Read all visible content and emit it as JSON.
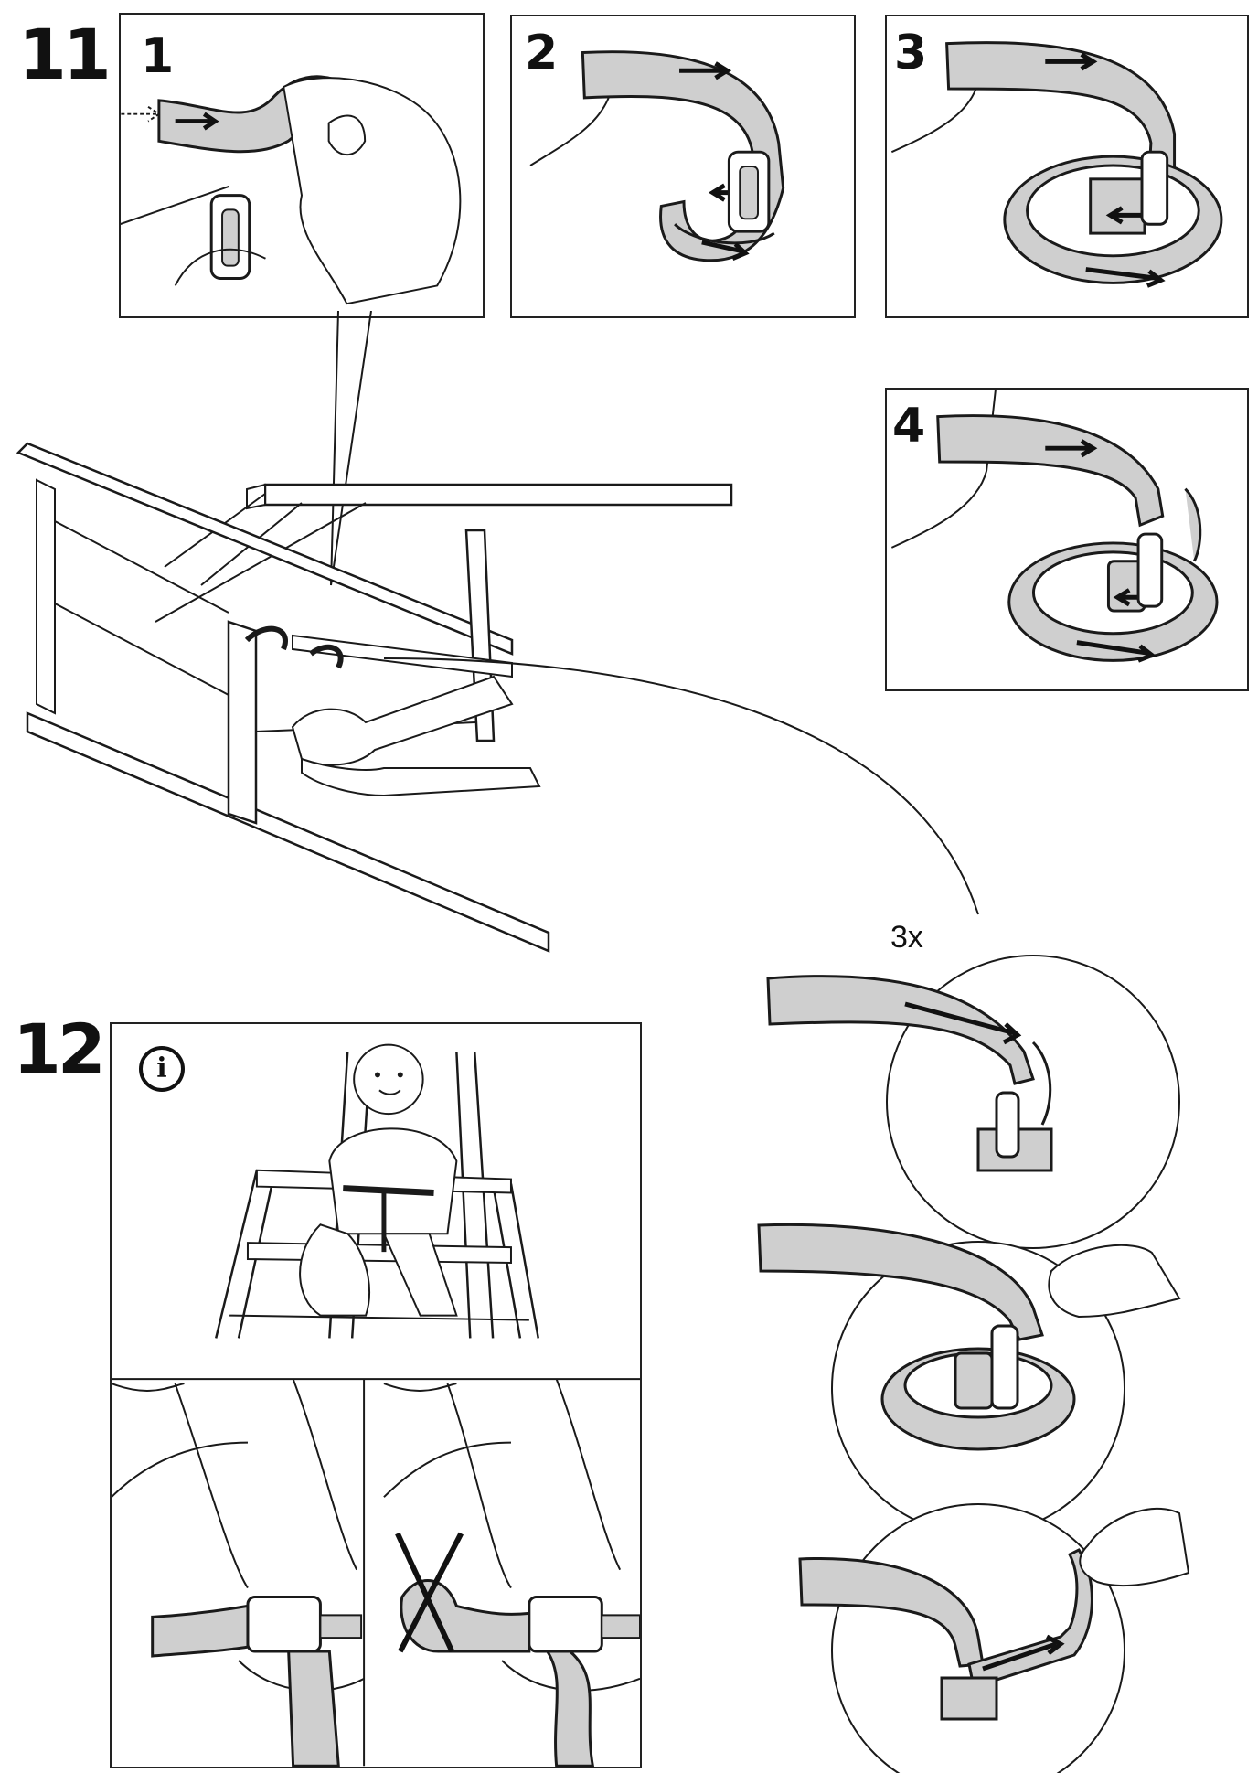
{
  "steps": {
    "step_11": "11",
    "step_12": "12"
  },
  "substeps": [
    "1",
    "2",
    "3",
    "4"
  ],
  "detail": {
    "multiplier": "3x"
  },
  "icons": {
    "info": "i",
    "names": [
      "info-icon",
      "arrow-icon",
      "cross-mark-icon",
      "hand-icon"
    ]
  },
  "colors": {
    "strap_fill": "#cfcfcf",
    "line": "#1a1a1a",
    "background": "#ffffff"
  }
}
